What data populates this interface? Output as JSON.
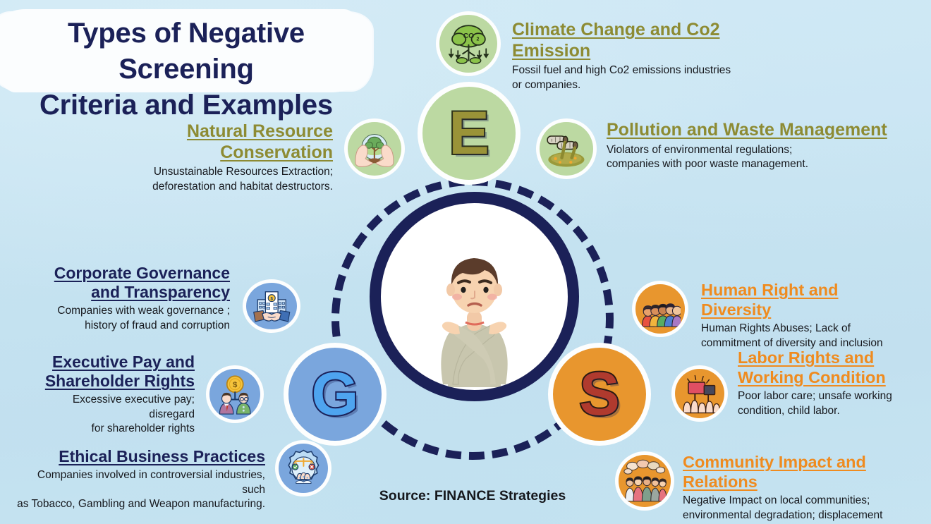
{
  "title": {
    "line1": "Types of Negative Screening",
    "line2": "Criteria and Examples"
  },
  "center": {
    "figure_alt": "person-crossing-arms-refusal"
  },
  "letters": {
    "environment": "E",
    "governance": "G",
    "social": "S"
  },
  "colors": {
    "background": "#c6e3f1",
    "navy": "#1b2158",
    "env_green": "#bcd9a2",
    "env_heading": "#8d8b33",
    "gov_blue": "#7aa6dd",
    "gov_heading": "#1b2158",
    "soc_orange": "#e8962e",
    "soc_heading": "#ef8b1f",
    "letter_e": "#9a9338",
    "letter_g": "#4ea4ef",
    "letter_s": "#b03a2e"
  },
  "environment": [
    {
      "id": "climate",
      "icon": "tree-co2-emission-icon",
      "heading": "Climate Change and Co2 Emission",
      "desc_line1": "Fossil fuel and high Co2 emissions industries",
      "desc_line2": "or companies."
    },
    {
      "id": "natural",
      "icon": "hands-holding-tree-icon",
      "heading": "Natural Resource Conservation",
      "desc_line1": "Unsustainable  Resources Extraction;",
      "desc_line2": "deforestation and habitat destructors."
    },
    {
      "id": "pollution",
      "icon": "pipes-waste-spill-icon",
      "heading": "Pollution and Waste Management",
      "desc_line1": "Violators of environmental regulations;",
      "desc_line2": "companies with poor waste management."
    }
  ],
  "governance": [
    {
      "id": "governance",
      "icon": "handshake-building-icon",
      "heading_line1": "Corporate Governance",
      "heading_line2": "and Transparency",
      "desc_line1": "Companies with weak governance ;",
      "desc_line2": "history of fraud and corruption"
    },
    {
      "id": "exec",
      "icon": "coin-shareholders-icon",
      "heading_line1": "Executive Pay and",
      "heading_line2": "Shareholder Rights",
      "desc_line1": "Excessive executive pay; disregard",
      "desc_line2": "for shareholder rights"
    },
    {
      "id": "ethical",
      "icon": "gear-balance-scale-icon",
      "heading": "Ethical Business Practices",
      "desc_line1": "Companies involved in controversial industries, such",
      "desc_line2": "as Tobacco, Gambling and Weapon manufacturing."
    }
  ],
  "social": [
    {
      "id": "human",
      "icon": "diverse-people-icon",
      "heading": "Human Right and Diversity",
      "desc_line1": "Human Rights Abuses; Lack of",
      "desc_line2": "commitment of diversity and inclusion"
    },
    {
      "id": "labor",
      "icon": "protest-sign-hands-icon",
      "heading_line1": "Labor Rights and",
      "heading_line2": "Working Condition",
      "desc_line1": "Poor labor care; unsafe working",
      "desc_line2": "condition, child labor."
    },
    {
      "id": "community",
      "icon": "community-group-speech-icon",
      "heading": "Community Impact and Relations",
      "desc_line1": "Negative Impact on local communities;",
      "desc_line2": "environmental degradation; displacement"
    }
  ],
  "source": "Source: FINANCE Strategies"
}
